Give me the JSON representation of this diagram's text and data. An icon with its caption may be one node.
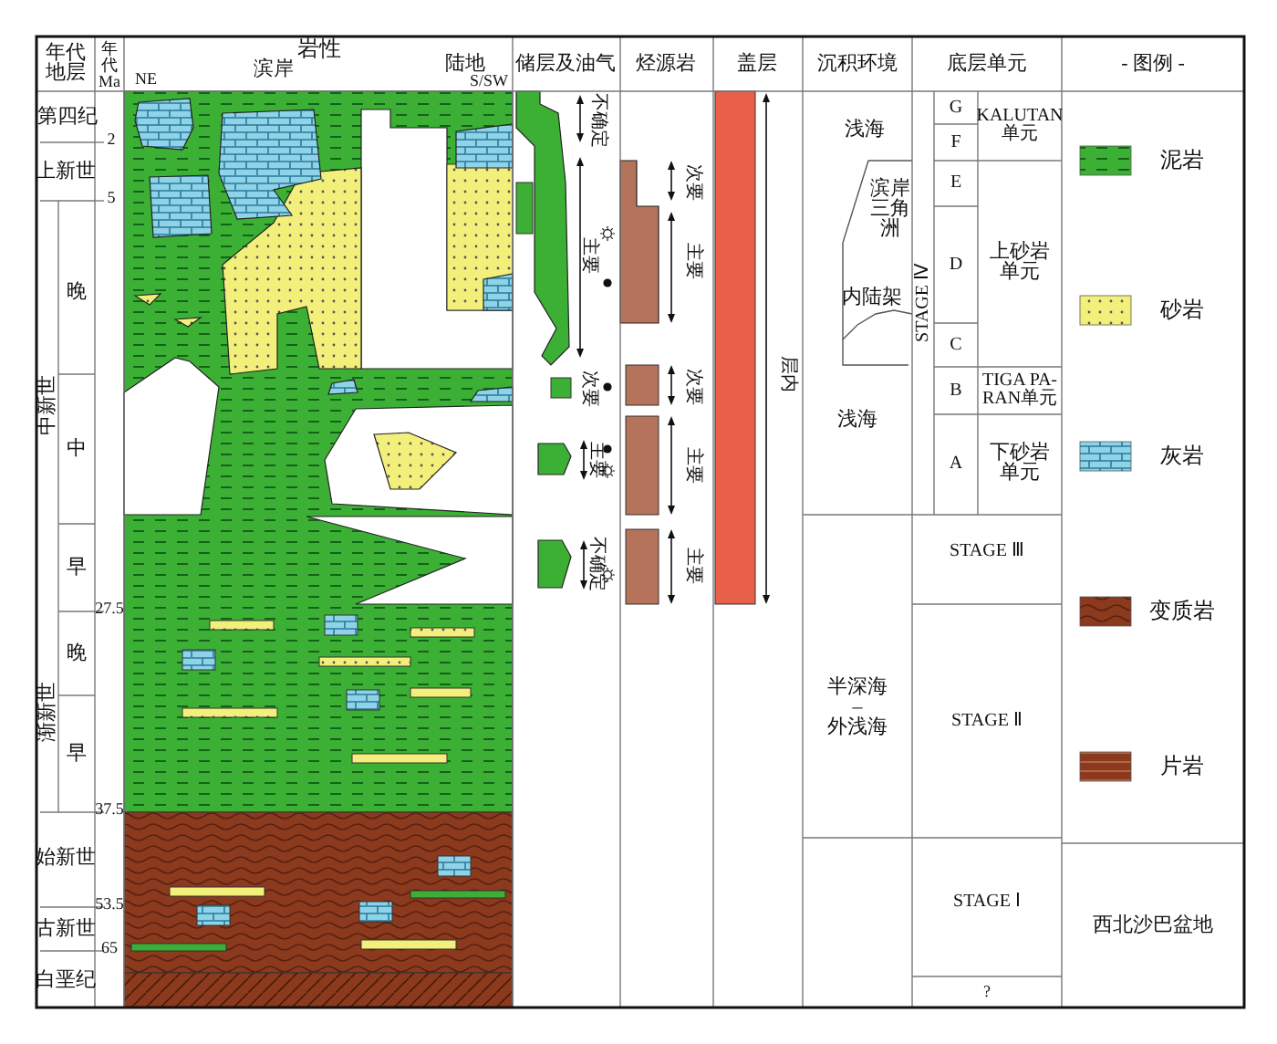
{
  "diagram": {
    "labels": [
      "年代地层",
      "年代Ma",
      "岩性",
      "NE",
      "滨岸",
      "陆地",
      "S/SW",
      "储层及油气",
      "烃源岩",
      "盖层",
      "沉积环境",
      "底层单元",
      "- 图例 -",
      "第四纪",
      "2",
      "上新世",
      "5",
      "中新世",
      "晚",
      "中",
      "早",
      "27.5",
      "渐新世",
      "晚",
      "早",
      "37.5",
      "始新世",
      "53.5",
      "古新世",
      "65",
      "白垩纪",
      "不确定",
      "主要",
      "次要",
      "主要",
      "不确定",
      "次要",
      "主要",
      "次要",
      "主要",
      "主要",
      "层内",
      "浅海",
      "滨岸三角洲",
      "内陆架",
      "浅海",
      "半深海 – 外浅海",
      "STAGE Ⅳ",
      "G",
      "F",
      "E",
      "D",
      "C",
      "B",
      "A",
      "KALUTAN单元",
      "上砂岩单元",
      "TIGA PA-RAN单元",
      "下砂岩单元",
      "STAGE Ⅲ",
      "STAGE Ⅱ",
      "STAGE Ⅰ",
      "?",
      "西北沙巴盆地"
    ],
    "legend": [
      {
        "text": "泥岩",
        "color": "#3cb035"
      },
      {
        "text": "砂岩",
        "color": "#f2f07a"
      },
      {
        "text": "灰岩",
        "color": "#8fd3e8"
      },
      {
        "text": "变质岩",
        "color": "#8b3a1e"
      },
      {
        "text": "片岩",
        "color": "#8b3a1e"
      }
    ]
  }
}
